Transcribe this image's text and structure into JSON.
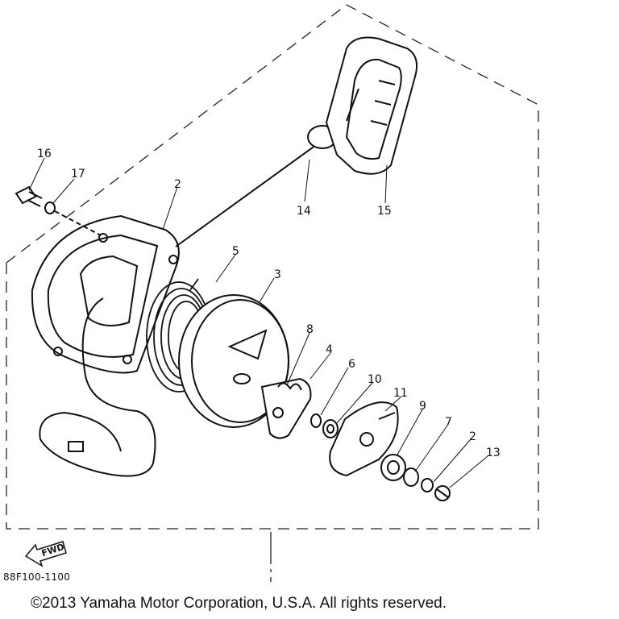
{
  "diagram": {
    "callouts": {
      "c2a": "2",
      "c3": "3",
      "c4": "4",
      "c5": "5",
      "c6": "6",
      "c7": "7",
      "c8": "8",
      "c9": "9",
      "c10": "10",
      "c11": "11",
      "c2b": "2",
      "c13": "13",
      "c14": "14",
      "c15": "15",
      "c16": "16",
      "c17": "17"
    },
    "fwd_label": "FWD",
    "diagram_code": "88F100-1100"
  },
  "footer": {
    "copyright": "©2013 Yamaha Motor Corporation, U.S.A. All rights reserved."
  }
}
